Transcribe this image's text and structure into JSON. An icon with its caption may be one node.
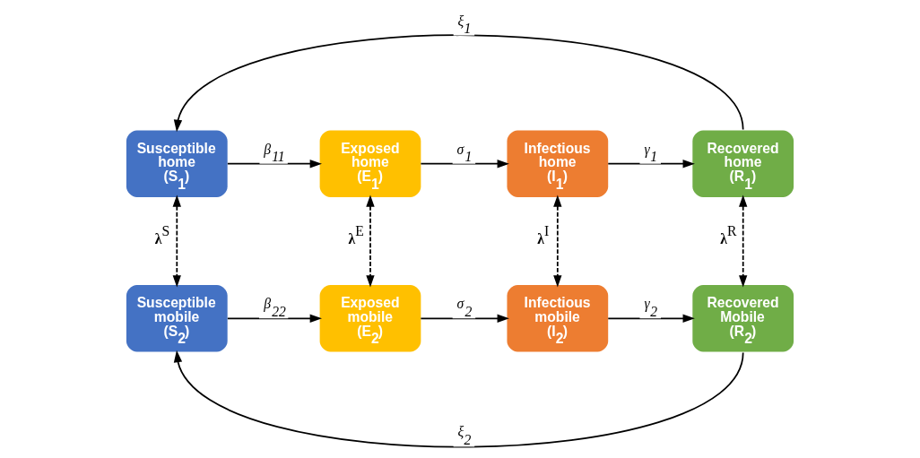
{
  "diagram": {
    "nodes": [
      {
        "text": [
          "Susceptible home (S$_{1}$)"
        ]
      },
      {
        "text": [
          "Exposed home (E$_{1}$)"
        ]
      },
      {
        "text": [
          "Infectious home (I$_{1}$)"
        ]
      },
      {
        "text": [
          "Recovered home (R$_{1}$)"
        ]
      },
      {
        "text": [
          "Susceptible mobile (S$_{2}$)"
        ]
      },
      {
        "text": [
          "Exposed mobile (E$_{2}$)"
        ]
      },
      {
        "text": [
          "Infectious mobile (I$_{2}$)"
        ]
      },
      {
        "text": [
          "Recovered Mobile (R$_{2}$)"
        ]
      }
    ],
    "edges": [
      {
        "from": 0,
        "to": 1,
        "arrow": "to",
        "label": "*β$_{11}$*"
      },
      {
        "from": 1,
        "to": 2,
        "arrow": "to",
        "label": "*σ$_{1}$*"
      },
      {
        "from": 2,
        "to": 3,
        "arrow": "to",
        "label": "*γ$_{1}$*"
      },
      {
        "from": 3,
        "to": 0,
        "arrow": "to",
        "label": "*ξ$_{1}$*"
      },
      {
        "from": 0,
        "to": 4,
        "arrow": "both",
        "style": "dashed",
        "label": "**λ**$^{S}$"
      },
      {
        "from": 1,
        "to": 5,
        "arrow": "both",
        "style": "dashed",
        "label": "**λ**$^{E}$"
      },
      {
        "from": 2,
        "to": 6,
        "arrow": "both",
        "style": "dashed",
        "label": "**λ**$^{I}$"
      },
      {
        "from": 3,
        "to": 7,
        "arrow": "both",
        "style": "dashed",
        "label": "**λ**$^{R}$"
      },
      {
        "from": 4,
        "to": 5,
        "arrow": "to",
        "label": "*β$_{22}$*"
      },
      {
        "from": 5,
        "to": 6,
        "arrow": "to",
        "label": "*σ$_{2}$*"
      },
      {
        "from": 6,
        "to": 7,
        "arrow": "to",
        "label": "*γ$_{2}$*"
      },
      {
        "from": 7,
        "to": 4,
        "arrow": "to",
        "label": "*ξ$_{2}$*"
      }
    ]
  }
}
